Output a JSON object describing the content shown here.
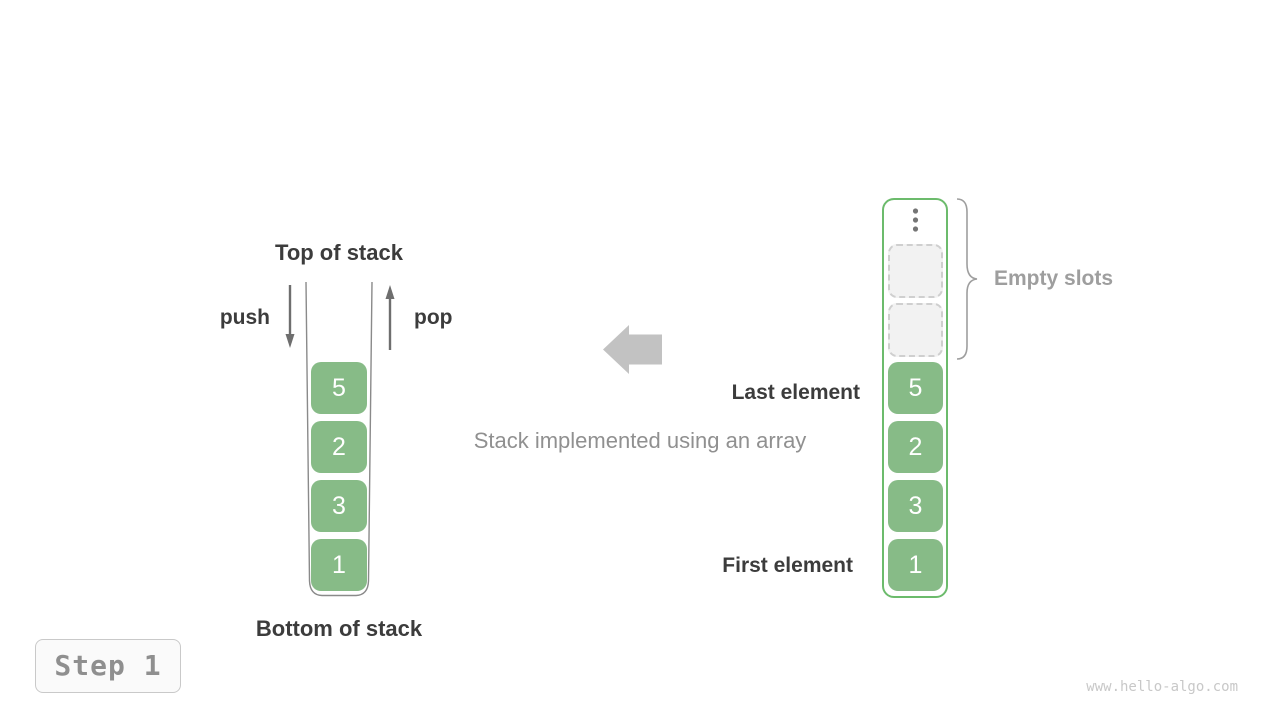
{
  "canvas": {
    "step_label": "Step 1",
    "watermark": "www.hello-algo.com",
    "caption": "Stack implemented using an array"
  },
  "stack": {
    "top_label": "Top of stack",
    "bottom_label": "Bottom of stack",
    "push_label": "push",
    "pop_label": "pop",
    "cells": [
      "5",
      "2",
      "3",
      "1"
    ]
  },
  "array": {
    "empty_slots_label": "Empty slots",
    "last_element_label": "Last element",
    "first_element_label": "First element",
    "empty_slot_count": 2,
    "cells": [
      "5",
      "2",
      "3",
      "1"
    ]
  },
  "colors": {
    "cell_green": "#87bb87",
    "container_border_green": "#6cbb6c",
    "text_dark": "#3c3c3c",
    "text_gray": "#9e9e9e",
    "arrow_gray": "#6e6e6e",
    "block_arrow_gray": "#c2c2c2",
    "empty_slot_fill": "#f2f2f2",
    "empty_slot_border": "#cfcfcf",
    "watermark_gray": "#c8c8c8"
  }
}
